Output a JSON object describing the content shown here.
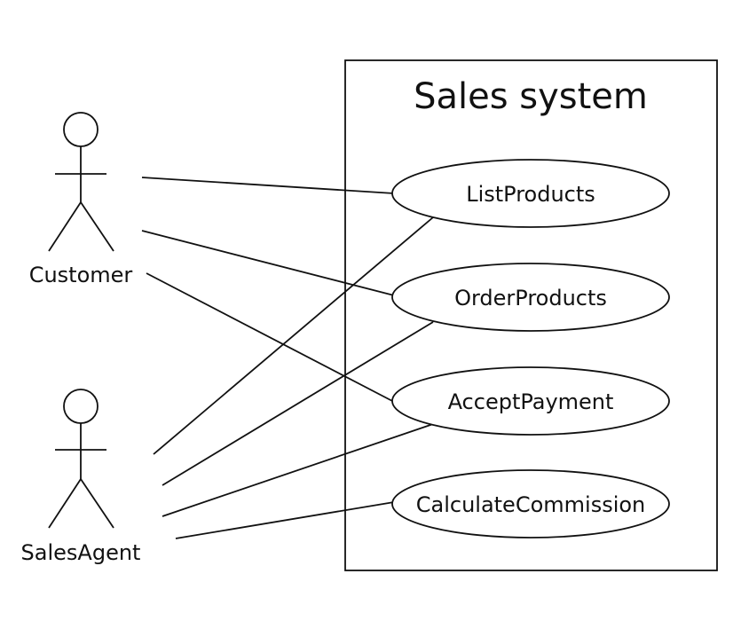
{
  "system": {
    "title": "Sales system"
  },
  "actors": [
    {
      "id": "customer",
      "label": "Customer"
    },
    {
      "id": "salesagent",
      "label": "SalesAgent"
    }
  ],
  "use_cases": [
    {
      "id": "listproducts",
      "label": "ListProducts"
    },
    {
      "id": "orderproducts",
      "label": "OrderProducts"
    },
    {
      "id": "acceptpayment",
      "label": "AcceptPayment"
    },
    {
      "id": "calculatecommission",
      "label": "CalculateCommission"
    }
  ],
  "associations": [
    {
      "actor": "customer",
      "use_case": "listproducts"
    },
    {
      "actor": "customer",
      "use_case": "orderproducts"
    },
    {
      "actor": "customer",
      "use_case": "acceptpayment"
    },
    {
      "actor": "salesagent",
      "use_case": "listproducts"
    },
    {
      "actor": "salesagent",
      "use_case": "orderproducts"
    },
    {
      "actor": "salesagent",
      "use_case": "acceptpayment"
    },
    {
      "actor": "salesagent",
      "use_case": "calculatecommission"
    }
  ]
}
